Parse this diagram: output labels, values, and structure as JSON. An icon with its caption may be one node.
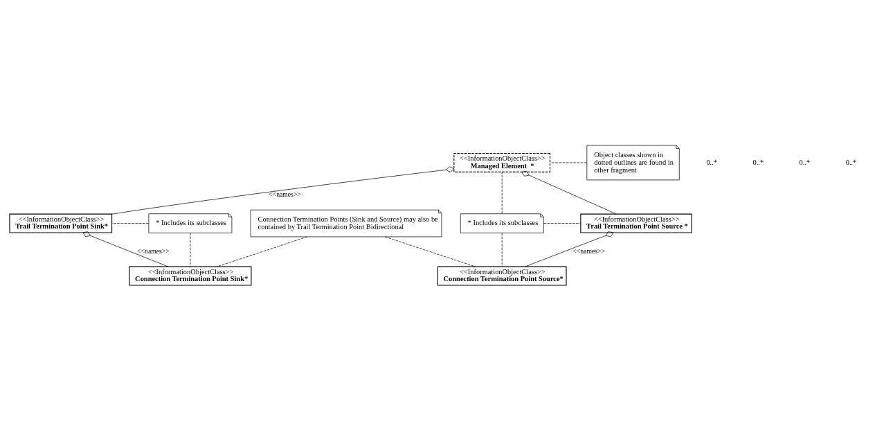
{
  "diagram": {
    "nodes": [
      {
        "text": [
          "<<InformationObjectClass>>",
          "Managed Element  *"
        ]
      },
      {
        "text": [
          "Object classes shown in dotted outlines are found in other fragment"
        ]
      },
      {
        "text": [
          "* Includes its subclasses"
        ]
      },
      {
        "text": [
          "<<InformationObjectClass>>",
          "Trail Termination Point Sink*"
        ]
      },
      {
        "text": [
          "<<InformationObjectClass>>",
          "Trail Termination Point Source *"
        ]
      },
      {
        "text": [
          "* Includes its subclasses"
        ]
      },
      {
        "text": [
          "<<InformationObjectClass>>",
          "Connection Termination Point Sink*"
        ]
      },
      {
        "text": [
          "<<InformationObjectClass>>",
          "Connection Termination Point Source*"
        ]
      },
      {
        "text": [
          "Connection Termination Points (Sink and Source) may also be contained by Trail Termination Point Bidirectional"
        ]
      }
    ],
    "edges": [
      {
        "from": 0,
        "to": 3,
        "arrow": "other",
        "label": "<<names>>"
      },
      {
        "from": 0,
        "to": 4,
        "arrow": "other"
      },
      {
        "from": 3,
        "to": 6,
        "arrow": "other",
        "label": "<<names>>"
      },
      {
        "from": 4,
        "to": 7,
        "arrow": "other",
        "label": "<<names>>"
      },
      {
        "from": 1,
        "to": 0,
        "arrow": "none",
        "style": "dashed"
      },
      {
        "from": 5,
        "to": 0,
        "arrow": "none",
        "style": "dashed"
      },
      {
        "from": 2,
        "to": 3,
        "arrow": "none",
        "style": "dashed"
      },
      {
        "from": 2,
        "to": 6,
        "arrow": "none",
        "style": "dashed"
      },
      {
        "from": 5,
        "to": 4,
        "arrow": "none",
        "style": "dashed"
      },
      {
        "from": 5,
        "to": 7,
        "arrow": "none",
        "style": "dashed"
      },
      {
        "from": 8,
        "to": 6,
        "arrow": "none",
        "style": "dashed"
      },
      {
        "from": 8,
        "to": 7,
        "arrow": "none",
        "style": "dashed"
      }
    ],
    "labels": [
      "0..*",
      "0..*",
      "0..*",
      "0..*"
    ]
  }
}
